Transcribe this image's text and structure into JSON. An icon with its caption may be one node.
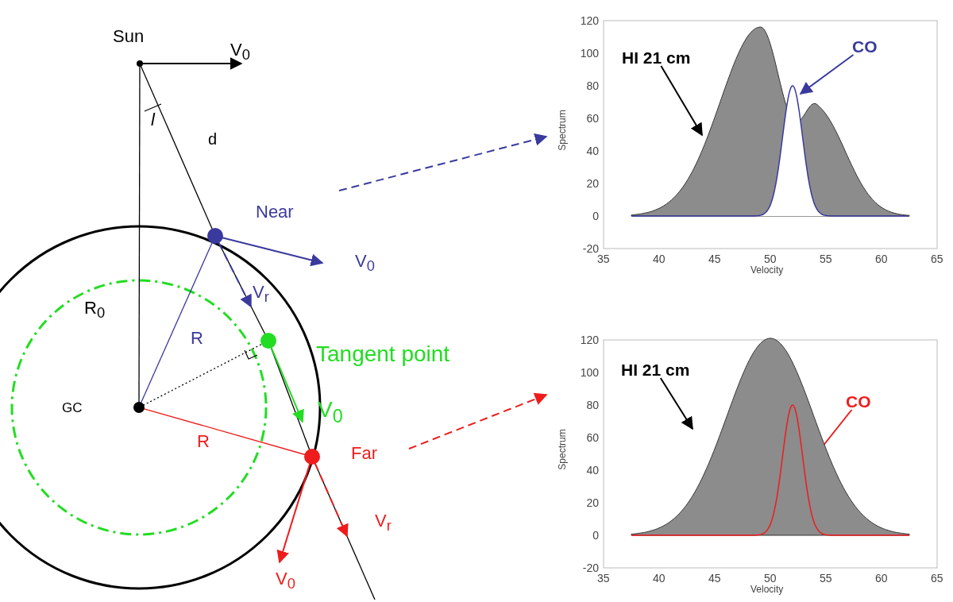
{
  "diagram": {
    "nodes": [
      {
        "text": [
          "Sun"
        ]
      },
      {
        "text": [
          "Near"
        ]
      },
      {
        "text": [
          "Spectrum",
          "Velocity"
        ]
      },
      {
        "text": [
          "HI 21 cm"
        ],
        "in": 2
      },
      {
        "text": [
          "CO"
        ],
        "in": 2
      },
      {
        "text": [
          "Tangent point"
        ]
      },
      {
        "text": [
          "GC"
        ]
      },
      {
        "text": [
          "Far"
        ]
      },
      {
        "text": [
          "Spectrum",
          "Velocity"
        ]
      },
      {
        "text": [
          "HI 21 cm"
        ],
        "in": 8
      },
      {
        "text": [
          "CO"
        ],
        "in": 8
      }
    ],
    "edges": [
      {
        "from": 0,
        "to": null,
        "arrow": "to",
        "label": "V$_{0}$"
      },
      {
        "from": 0,
        "to": 1,
        "arrow": "none",
        "label": "d"
      },
      {
        "from": 0,
        "to": 6,
        "arrow": "none",
        "label": "R$_{0}$"
      },
      {
        "from": 1,
        "to": 5,
        "arrow": "none"
      },
      {
        "from": 5,
        "to": 7,
        "arrow": "none"
      },
      {
        "from": 7,
        "to": null,
        "arrow": "none"
      },
      {
        "from": 6,
        "to": 1,
        "arrow": "none",
        "label": "R",
        "color": "#3a3a9e"
      },
      {
        "from": 6,
        "to": 5,
        "arrow": "none",
        "style": "dashed"
      },
      {
        "from": 6,
        "to": 7,
        "arrow": "none",
        "label": "R",
        "color": "#ee1c1c"
      },
      {
        "from": 1,
        "to": null,
        "arrow": "to",
        "label": "V$_{0}$",
        "color": "#3a3a9e"
      },
      {
        "from": 1,
        "to": null,
        "arrow": "to",
        "label": "V$_{r}$",
        "color": "#3a3a9e",
        "style": "dashed"
      },
      {
        "from": 5,
        "to": null,
        "arrow": "to",
        "label": "V$_{0}$",
        "color": "#22dd22"
      },
      {
        "from": 7,
        "to": null,
        "arrow": "to",
        "label": "V$_{r}$",
        "color": "#ee1c1c",
        "style": "dashed"
      },
      {
        "from": 7,
        "to": null,
        "arrow": "to",
        "label": "V$_{0}$",
        "color": "#ee1c1c"
      },
      {
        "from": null,
        "to": 2,
        "arrow": "to",
        "color": "#3a3a9e",
        "style": "dashed"
      },
      {
        "from": null,
        "to": 8,
        "arrow": "to",
        "color": "#ee1c1c",
        "style": "dashed"
      },
      {
        "from": 3,
        "to": null,
        "arrow": "to"
      },
      {
        "from": 4,
        "to": null,
        "arrow": "to",
        "color": "#3a3a9e"
      },
      {
        "from": 9,
        "to": null,
        "arrow": "to"
      },
      {
        "from": 10,
        "to": null,
        "arrow": "to",
        "color": "#ee1c1c"
      }
    ],
    "labels": [
      "l",
      "120",
      "100",
      "80",
      "60",
      "40",
      "20",
      "0",
      "-20",
      "35",
      "40",
      "45",
      "50",
      "55",
      "60",
      "65",
      "120",
      "100",
      "80",
      "60",
      "40",
      "20",
      "0",
      "-20",
      "35",
      "40",
      "45",
      "50",
      "55",
      "60",
      "65"
    ]
  }
}
